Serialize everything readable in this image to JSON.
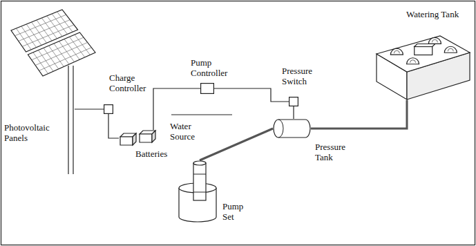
{
  "diagram": {
    "nodes": [
      {
        "text": [
          "Photovoltaic Panels"
        ]
      },
      {
        "text": [
          "Charge Controller"
        ]
      },
      {
        "text": [
          "Batteries"
        ]
      },
      {
        "text": [
          "Pump Controller"
        ]
      },
      {
        "text": [
          "Pressure Switch"
        ]
      },
      {
        "text": [
          "Pressure Tank"
        ]
      },
      {
        "text": [
          "Watering Tank"
        ]
      },
      {
        "text": [
          "Pump Set"
        ]
      }
    ],
    "edges": [
      {
        "from": 0,
        "to": 1,
        "arrow": "none"
      },
      {
        "from": 1,
        "to": 2,
        "arrow": "none"
      },
      {
        "from": 2,
        "to": 3,
        "arrow": "none"
      },
      {
        "from": 3,
        "to": 4,
        "arrow": "none"
      },
      {
        "from": 4,
        "to": 5,
        "arrow": "none"
      },
      {
        "from": 7,
        "to": 5,
        "arrow": "none"
      },
      {
        "from": 5,
        "to": 6,
        "arrow": "none"
      }
    ],
    "labels": [
      "Water Source"
    ]
  }
}
